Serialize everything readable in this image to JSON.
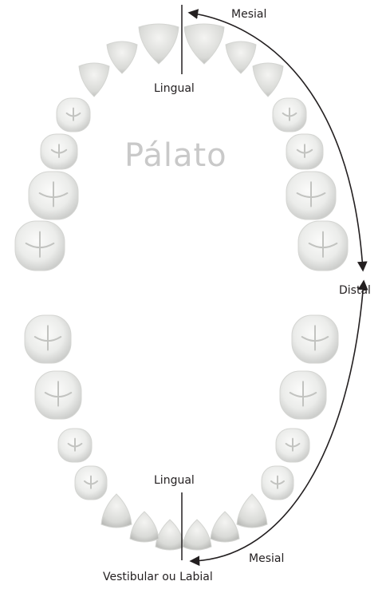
{
  "labels": {
    "mesial_top": "Mesial",
    "lingual_top": "Lingual",
    "palato": "Pálato",
    "distal": "Distal",
    "lingual_bottom": "Lingual",
    "mesial_bottom": "Mesial",
    "vestibular": "Vestibular  ou Labial"
  },
  "colors": {
    "text": "#231f20",
    "palato": "#c9c9c9",
    "arrow": "#231f20",
    "tooth_light": "#f7f7f6",
    "tooth_shade": "#cfd0ce"
  },
  "teeth": {
    "upper_count": 14,
    "lower_count": 14
  }
}
